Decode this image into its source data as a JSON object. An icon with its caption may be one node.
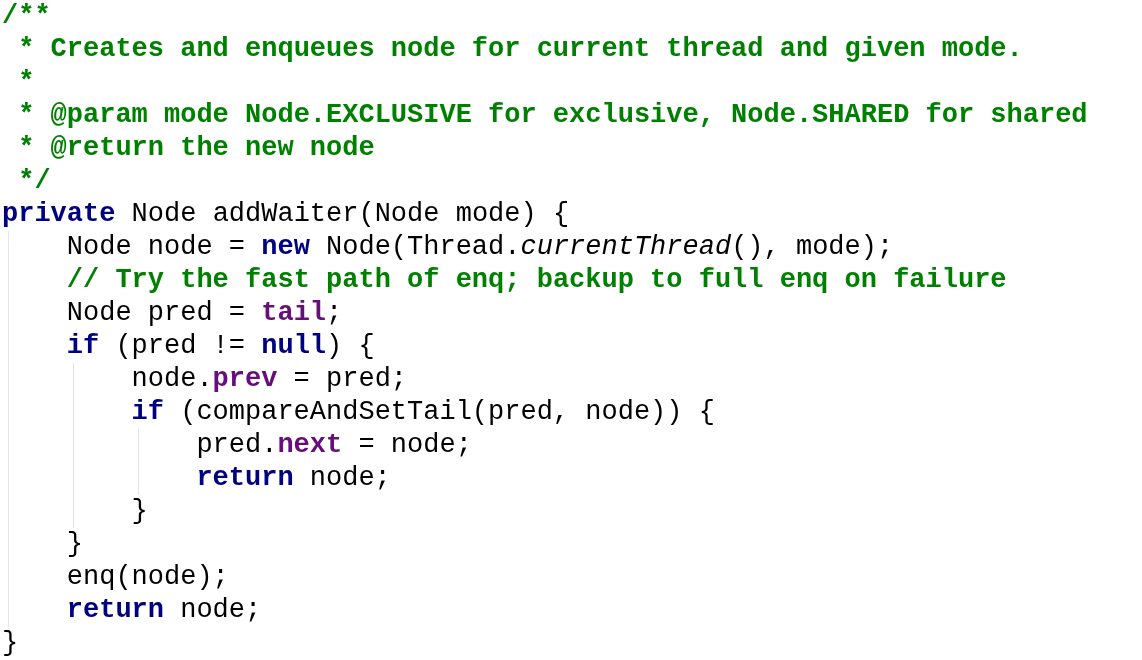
{
  "diagram": {
    "labels": [
      "/**",
      "* Creates and enqueues node for current thread and given mode.",
      "*",
      "* @param mode Node.EXCLUSIVE for exclusive, Node.SHARED for shared",
      "* @return the new node",
      "*/",
      "**private** Node addWaiter(Node mode) {",
      "Node node = **new** Node(Thread.*currentThread*(), mode);",
      "// Try the fast path of enq; backup to full enq on failure",
      "Node pred = **tail**;",
      "**if** (pred != **null**) {",
      "node.**prev** = pred;",
      "**if** (compareAndSetTail(pred, node)) {",
      "pred.**next** = node;",
      "**return** node;",
      "}",
      "}",
      "enq(node);",
      "**return** node;",
      "}"
    ]
  }
}
